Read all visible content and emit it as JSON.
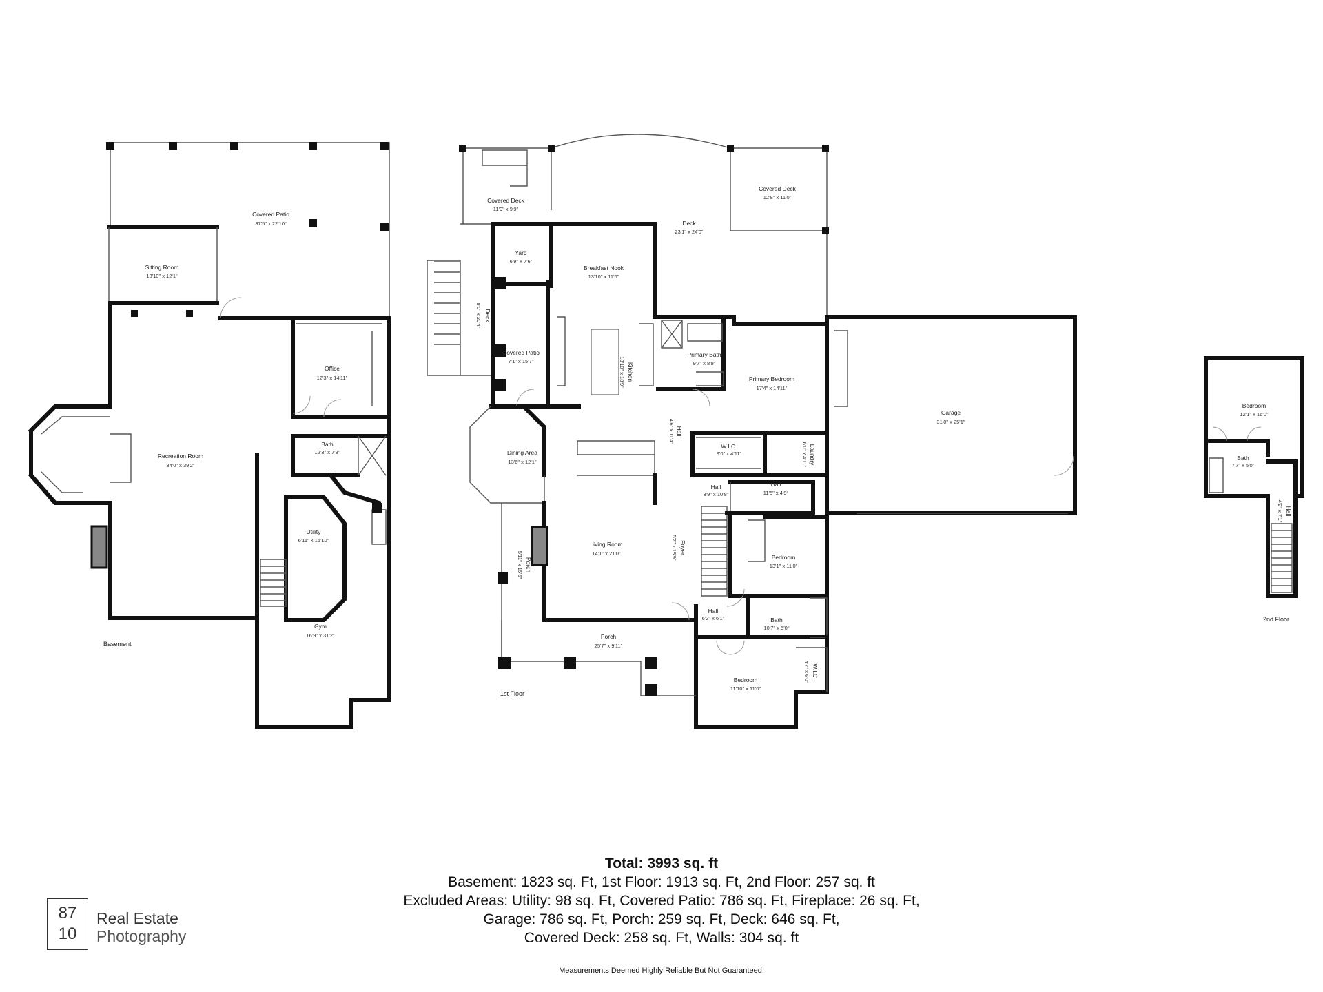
{
  "rooms": {
    "covered_patio_bsmt": {
      "name": "Covered Patio",
      "dim": "37'5\" x 22'10\""
    },
    "sitting_room": {
      "name": "Sitting Room",
      "dim": "13'10\" x 12'1\""
    },
    "office": {
      "name": "Office",
      "dim": "12'3\" x 14'11\""
    },
    "bath_bsmt": {
      "name": "Bath",
      "dim": "12'3\" x 7'3\""
    },
    "recreation_room": {
      "name": "Recreation Room",
      "dim": "34'0\" x 39'2\""
    },
    "utility": {
      "name": "Utility",
      "dim": "6'11\" x 15'10\""
    },
    "gym": {
      "name": "Gym",
      "dim": "16'9\" x 31'2\""
    },
    "covered_deck_1": {
      "name": "Covered Deck",
      "dim": "11'9\" x 9'9\""
    },
    "covered_deck_2": {
      "name": "Covered Deck",
      "dim": "12'8\" x 11'0\""
    },
    "deck_main": {
      "name": "Deck",
      "dim": "23'1\" x 24'0\""
    },
    "yard": {
      "name": "Yard",
      "dim": "6'9\" x 7'6\""
    },
    "breakfast_nook": {
      "name": "Breakfast Nook",
      "dim": "13'10\" x 11'6\""
    },
    "deck_side": {
      "name": "Deck",
      "dim": "8'0\" x 20'4\""
    },
    "covered_patio_1f": {
      "name": "Covered Patio",
      "dim": "7'1\" x 15'7\""
    },
    "kitchen": {
      "name": "Kitchen",
      "dim": "13'10\" x 18'9\""
    },
    "primary_bath": {
      "name": "Primary Bath",
      "dim": "9'7\" x 8'9\""
    },
    "primary_bedroom": {
      "name": "Primary Bedroom",
      "dim": "17'4\" x 14'11\""
    },
    "garage": {
      "name": "Garage",
      "dim": "31'0\" x 25'1\""
    },
    "hall_kitchen": {
      "name": "Hall",
      "dim": "4'6\" x 11'4\""
    },
    "wic_primary": {
      "name": "W.I.C.",
      "dim": "9'0\" x 4'11\""
    },
    "laundry": {
      "name": "Laundry",
      "dim": "6'0\" x 4'11\""
    },
    "dining_area": {
      "name": "Dining Area",
      "dim": "13'6\" x 12'1\""
    },
    "hall_small": {
      "name": "Hall",
      "dim": "3'9\" x 10'8\""
    },
    "hall_mid": {
      "name": "Hall",
      "dim": "11'5\" x 4'9\""
    },
    "living_room": {
      "name": "Living Room",
      "dim": "14'1\" x 21'0\""
    },
    "foyer": {
      "name": "Foyer",
      "dim": "5'2\" x 18'9\""
    },
    "porch_side": {
      "name": "Porch",
      "dim": "5'11\" x 15'5\""
    },
    "bedroom_1f_a": {
      "name": "Bedroom",
      "dim": "13'1\" x 11'0\""
    },
    "hall_lower": {
      "name": "Hall",
      "dim": "6'2\" x 6'1\""
    },
    "bath_1f": {
      "name": "Bath",
      "dim": "10'7\" x 5'0\""
    },
    "porch_front": {
      "name": "Porch",
      "dim": "25'7\" x 9'11\""
    },
    "wic_1f": {
      "name": "W.I.C.",
      "dim": "4'7\" x 6'0\""
    },
    "bedroom_1f_b": {
      "name": "Bedroom",
      "dim": "11'10\" x 11'0\""
    },
    "bedroom_2f": {
      "name": "Bedroom",
      "dim": "12'1\" x 16'0\""
    },
    "bath_2f": {
      "name": "Bath",
      "dim": "7'7\" x 5'0\""
    },
    "hall_2f": {
      "name": "Hall",
      "dim": "4'2\" x 7'1\""
    }
  },
  "floors": {
    "basement": "Basement",
    "first": "1st Floor",
    "second": "2nd Floor"
  },
  "summary": {
    "total": "Total: 3993 sq. ft",
    "line1": "Basement: 1823 sq. Ft, 1st Floor: 1913 sq. Ft, 2nd Floor: 257 sq. ft",
    "line2": "Excluded Areas: Utility: 98 sq. Ft, Covered Patio: 786 sq. Ft, Fireplace: 26 sq. Ft,",
    "line3": "Garage: 786 sq. Ft, Porch: 259 sq. Ft, Deck: 646 sq. Ft,",
    "line4": "Covered Deck: 258 sq. Ft, Walls: 304 sq. ft"
  },
  "disclaimer": "Measurements Deemed Highly Reliable But Not Guaranteed.",
  "logo": {
    "top": "87",
    "bottom": "10",
    "brand_line1": "Real Estate",
    "brand_line2": "Photography"
  }
}
